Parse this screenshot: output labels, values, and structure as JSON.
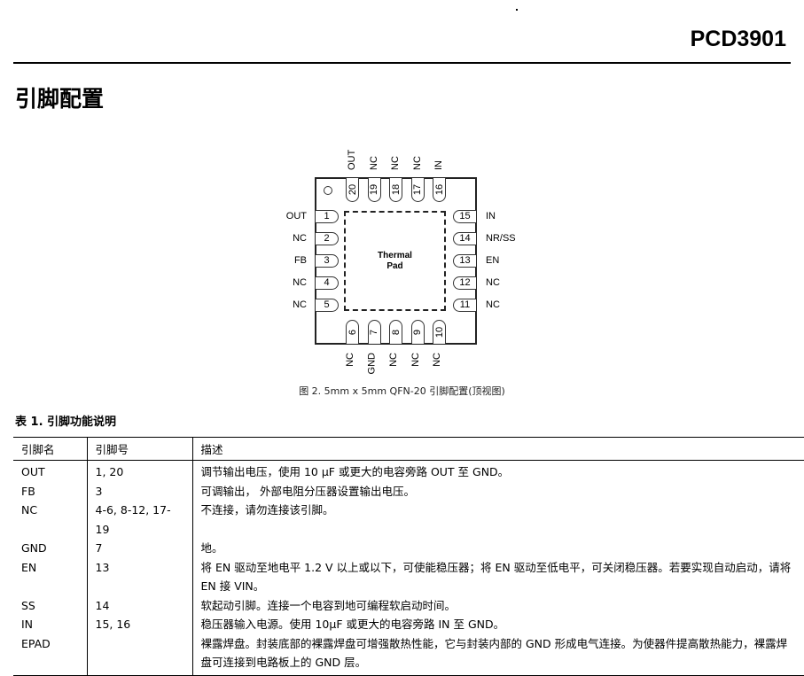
{
  "header": {
    "part_number": "PCD3901"
  },
  "section_title": "引脚配置",
  "diagram": {
    "thermal_pad": [
      "Thermal",
      "Pad"
    ],
    "pins_left": [
      {
        "num": "1",
        "name": "OUT"
      },
      {
        "num": "2",
        "name": "NC"
      },
      {
        "num": "3",
        "name": "FB"
      },
      {
        "num": "4",
        "name": "NC"
      },
      {
        "num": "5",
        "name": "NC"
      }
    ],
    "pins_bottom": [
      {
        "num": "6",
        "name": "NC"
      },
      {
        "num": "7",
        "name": "GND"
      },
      {
        "num": "8",
        "name": "NC"
      },
      {
        "num": "9",
        "name": "NC"
      },
      {
        "num": "10",
        "name": "NC"
      }
    ],
    "pins_right": [
      {
        "num": "15",
        "name": "IN"
      },
      {
        "num": "14",
        "name": "NR/SS"
      },
      {
        "num": "13",
        "name": "EN"
      },
      {
        "num": "12",
        "name": "NC"
      },
      {
        "num": "11",
        "name": "NC"
      }
    ],
    "pins_top": [
      {
        "num": "20",
        "name": "OUT"
      },
      {
        "num": "19",
        "name": "NC"
      },
      {
        "num": "18",
        "name": "NC"
      },
      {
        "num": "17",
        "name": "NC"
      },
      {
        "num": "16",
        "name": "IN"
      }
    ],
    "caption": "图 2. 5mm x 5mm QFN-20 引脚配置(顶视图)"
  },
  "table": {
    "caption": "表 1. 引脚功能说明",
    "headers": [
      "引脚名",
      "引脚号",
      "描述"
    ],
    "rows": [
      [
        "OUT",
        "1, 20",
        "调节输出电压，使用 10 µF 或更大的电容旁路 OUT 至 GND。"
      ],
      [
        "FB",
        "3",
        "可调输出， 外部电阻分压器设置输出电压。"
      ],
      [
        "NC",
        "4-6, 8-12, 17-19",
        "不连接，请勿连接该引脚。"
      ],
      [
        "GND",
        "7",
        "地。"
      ],
      [
        "EN",
        "13",
        "将 EN 驱动至地电平 1.2 V 以上或以下，可使能稳压器；将 EN 驱动至低电平，可关闭稳压器。若要实现自动启动，请将 EN 接 VIN。"
      ],
      [
        "SS",
        "14",
        "软起动引脚。连接一个电容到地可编程软启动时间。"
      ],
      [
        "IN",
        "15, 16",
        "稳压器输入电源。使用 10µF 或更大的电容旁路 IN 至 GND。"
      ],
      [
        "EPAD",
        "",
        "裸露焊盘。封装底部的裸露焊盘可增强散热性能，它与封装内部的 GND 形成电气连接。为使器件提高散热能力，裸露焊盘可连接到电路板上的 GND 层。"
      ]
    ]
  }
}
